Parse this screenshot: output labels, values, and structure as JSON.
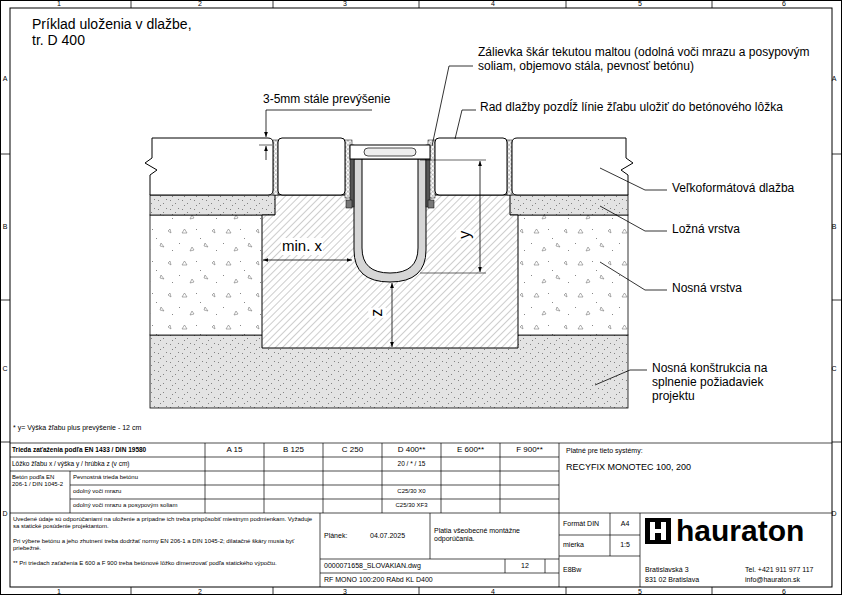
{
  "diagram": {
    "title": "Príklad uloženia v dlažbe, tr. D 400",
    "labels": [
      "1",
      "2",
      "3",
      "4",
      "5",
      "6",
      "1",
      "2",
      "3",
      "4",
      "5",
      "6",
      "A",
      "B",
      "C",
      "D",
      "A",
      "B",
      "C",
      "D",
      "Zálievka škár tekutou maltou (odolná voči mrazu a posypovým soliam, objemovo stála, pevnosť betónu)",
      "3-5mm stále prevýšenie",
      "Rad dlažby pozdĺž línie žľabu uložiť do betónového lôžka",
      "Veľkoformátová dlažba",
      "min. x",
      "y",
      "Ložná vrstva",
      "Nosná vrstva",
      "z",
      "Nosná konštrukcia na splnenie požiadaviek projektu",
      "* y= Výška žľabu plus prevýšenie - 12 cm",
      "Trieda zaťaženia podľa EN 1433 / DIN 19580",
      "A 15",
      "B 125",
      "C 250",
      "D 400**",
      "E 600**",
      "F 900**",
      "Platné pre tieto systémy:",
      "Lôžko žľabu x / výška y / hrúbka z (v cm)",
      "20 / * / 15",
      "RECYFIX MONOTEC 100, 200",
      "Betón podľa EN 206-1 / DIN 1045-2",
      "Pevnostná trieda betónu",
      "odolný voči mrazu",
      "C25/30 X0",
      "odolný voči mrazu a posypovým soliam",
      "C25/30 XF3",
      "Uvedené údaje sú odporúčaniami na uloženie a prípadne ich treba prispôsobiť miestnym podmienkam. Vyžaduje sa statické posúdenie projektantom.",
      "Pri výbere betónu a jeho zhutnení treba dodržať normy EN 206-1 a DIN 1045-2; dilatačné škáry musia byť priebežné.",
      "** Pri triedach zaťaženia E 600 a F 900 treba betónové lôžko dimenzovať podľa statického výpočtu.",
      "Plánek:",
      "04.07.2025",
      "Platia všeobecné montážne odporúčania.",
      "0000071658_SLOVAKIAN.dwg",
      "12",
      "RF MONO 100:200 RAbd KL D400",
      "Formát DIN",
      "A4",
      "mierka",
      "1:5",
      "E8Bw",
      "hauraton",
      "Bratislavská 3",
      "831 02 Bratislava",
      "Tel. +421 911 977 117",
      "info@hauraton.sk"
    ]
  }
}
